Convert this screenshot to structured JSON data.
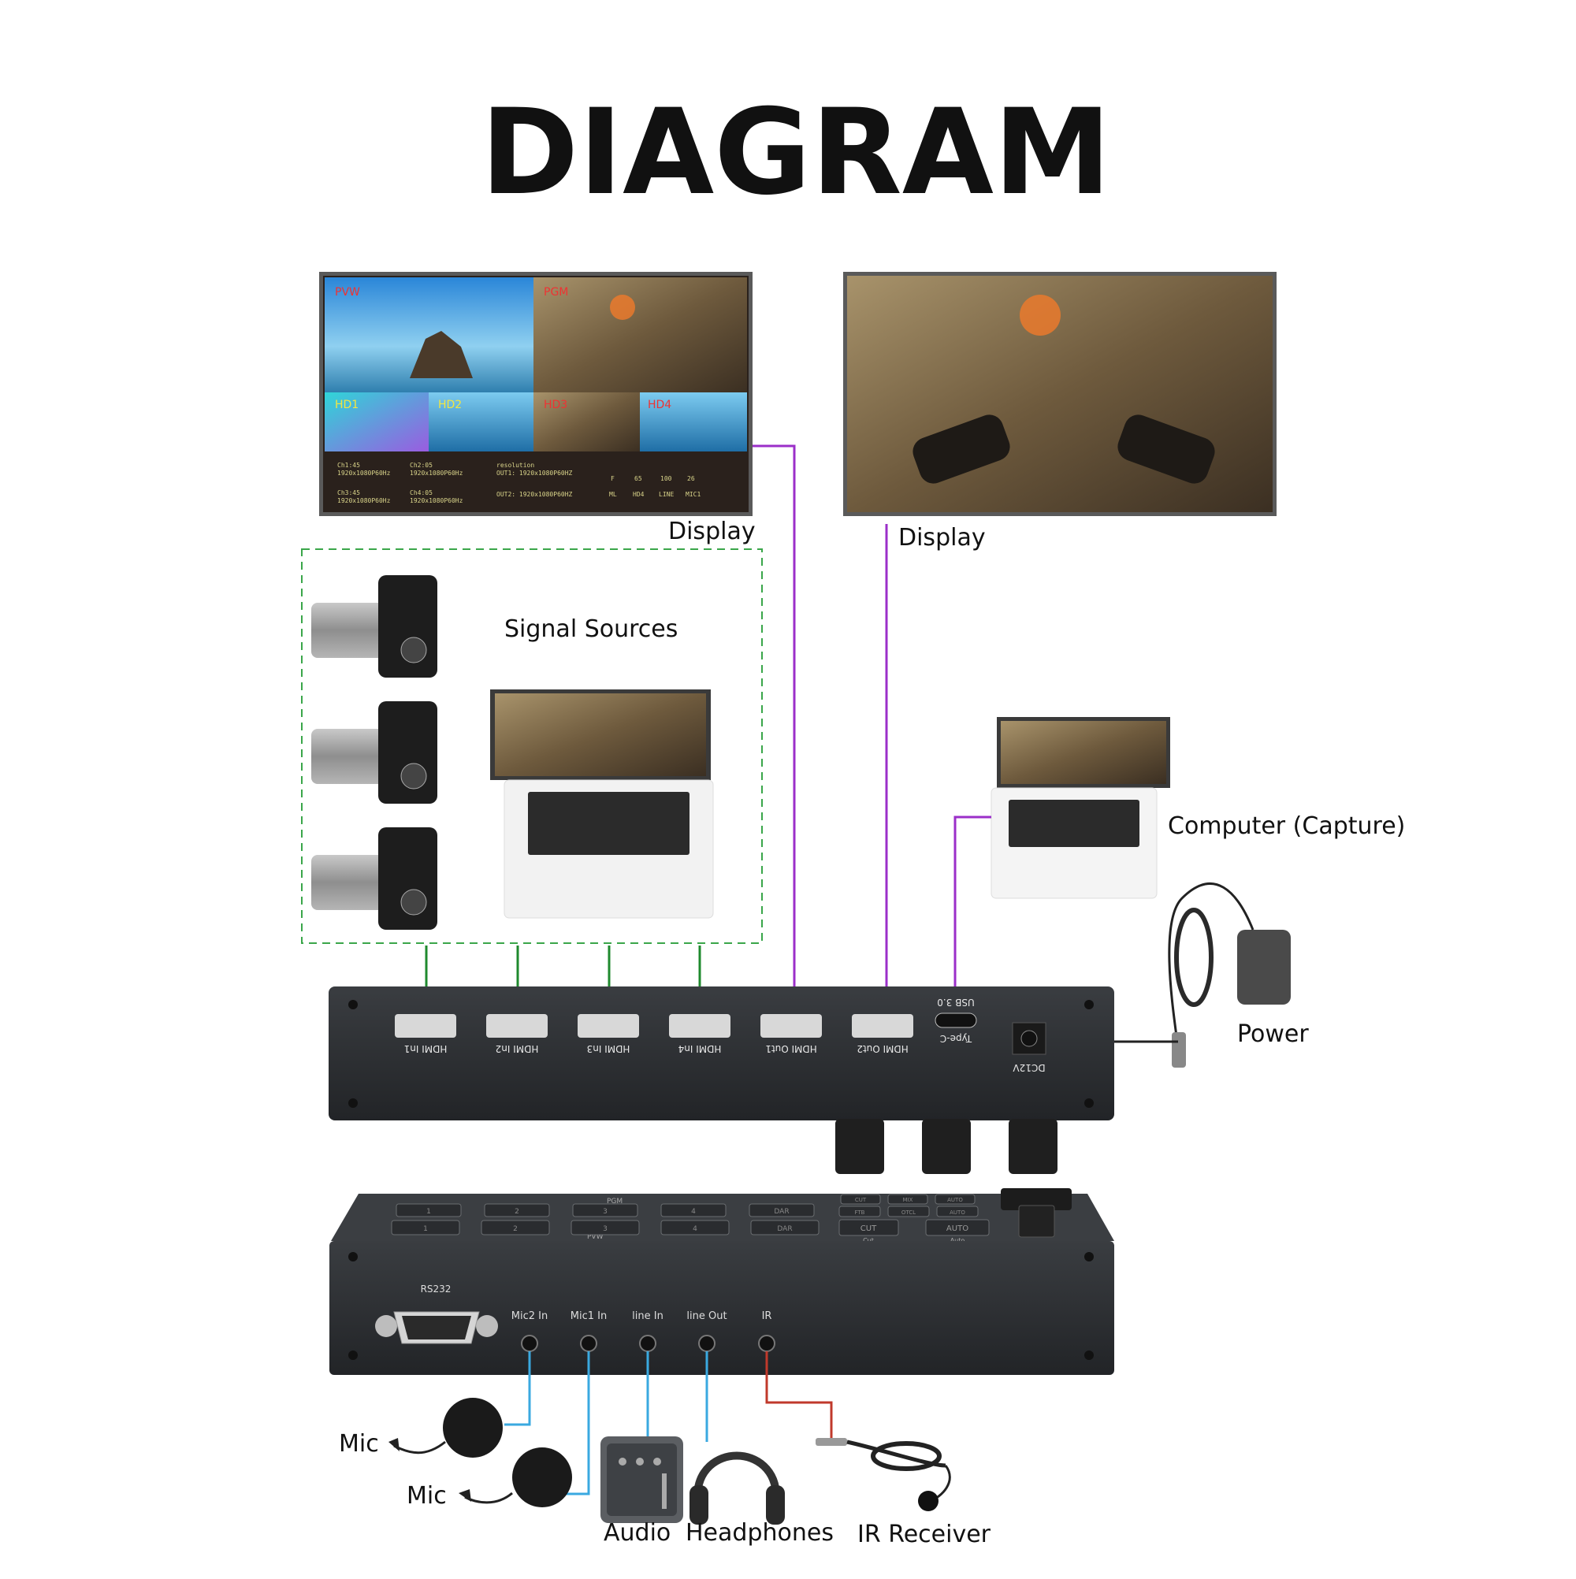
{
  "title": "DIAGRAM",
  "display_left": {
    "label": "Display",
    "quad_labels": [
      "PVW",
      "PGM",
      "HD1",
      "HD2",
      "HD3",
      "HD4"
    ],
    "status_rows": [
      [
        "Ch1:45",
        "Ch2:05",
        "resolution",
        "",
        "",
        ""
      ],
      [
        "1920x1080P60Hz",
        "1920x1080P60Hz",
        "OUT1: 1920x1080P60HZ",
        "F",
        "65",
        "100",
        "26"
      ],
      [
        "Ch3:45",
        "Ch4:05",
        "",
        "",
        "",
        ""
      ],
      [
        "1920x1080P60Hz",
        "1920x1080P60Hz",
        "OUT2: 1920x1080P60HZ",
        "ML",
        "HD4",
        "LINE",
        "MIC1"
      ]
    ]
  },
  "display_right": {
    "label": "Display"
  },
  "signal_sources": {
    "label": "Signal Sources"
  },
  "computer": {
    "label": "Computer (Capture)"
  },
  "power": {
    "label": "Power"
  },
  "rear_panel": {
    "ports": [
      "HDMI In1",
      "HDMI In2",
      "HDMI In3",
      "HDMI In4",
      "HDMI Out1",
      "HDMI Out2"
    ],
    "usb_top": "USB 3.0",
    "usb_bottom": "Type-C",
    "dc": "DC12V"
  },
  "control_panel": {
    "pgm_label": "PGM",
    "pvw_label": "PVW",
    "pgm_keys": [
      "1",
      "2",
      "3",
      "4",
      "DAR"
    ],
    "pvw_keys": [
      "1",
      "2",
      "3",
      "4",
      "DAR"
    ],
    "side_keys_top": [
      "CUT",
      "MIX",
      "AUTO"
    ],
    "side_keys_mid": [
      "FTB",
      "OTCL",
      "AUTO"
    ],
    "cut_label": "CUT",
    "auto_label": "AUTO",
    "cut_caption": "Cut",
    "auto_caption": "Auto"
  },
  "front_panel": {
    "rs232": "RS232",
    "jacks": [
      "Mic2 In",
      "Mic1 In",
      "line In",
      "line Out",
      "IR"
    ]
  },
  "peripherals": {
    "mic1": "Mic",
    "mic2": "Mic",
    "audio": "Audio",
    "headphones": "Headphones",
    "ir_receiver": "IR Receiver"
  },
  "colors": {
    "input_cable": "#1f8a2e",
    "output_cable": "#9b2fc9",
    "audio_cable": "#3aa9e0",
    "ir_cable": "#c0392b",
    "device_body": "#2e3134",
    "source_box_border": "#3aa64a"
  }
}
